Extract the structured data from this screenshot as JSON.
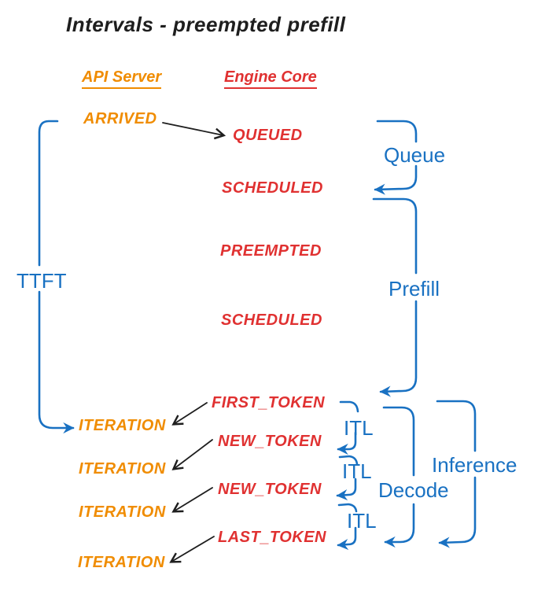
{
  "title": "Intervals - preempted prefill",
  "columns": {
    "api_server": "API Server",
    "engine_core": "Engine Core"
  },
  "api_events": {
    "arrived": "ARRIVED",
    "iteration_1": "ITERATION",
    "iteration_2": "ITERATION",
    "iteration_3": "ITERATION",
    "iteration_4": "ITERATION"
  },
  "engine_events": {
    "queued": "QUEUED",
    "scheduled_1": "SCHEDULED",
    "preempted": "PREEMPTED",
    "scheduled_2": "SCHEDULED",
    "first_token": "FIRST_TOKEN",
    "new_token_1": "NEW_TOKEN",
    "new_token_2": "NEW_TOKEN",
    "last_token": "LAST_TOKEN"
  },
  "intervals": {
    "ttft": "TTFT",
    "queue": "Queue",
    "prefill": "Prefill",
    "itl_1": "ITL",
    "itl_2": "ITL",
    "itl_3": "ITL",
    "decode": "Decode",
    "inference": "Inference"
  },
  "colors": {
    "api_server_orange": "#f08c00",
    "engine_core_red": "#e03131",
    "interval_blue": "#1971c2",
    "arrow_black": "#1e1e1e",
    "background": "#ffffff"
  }
}
